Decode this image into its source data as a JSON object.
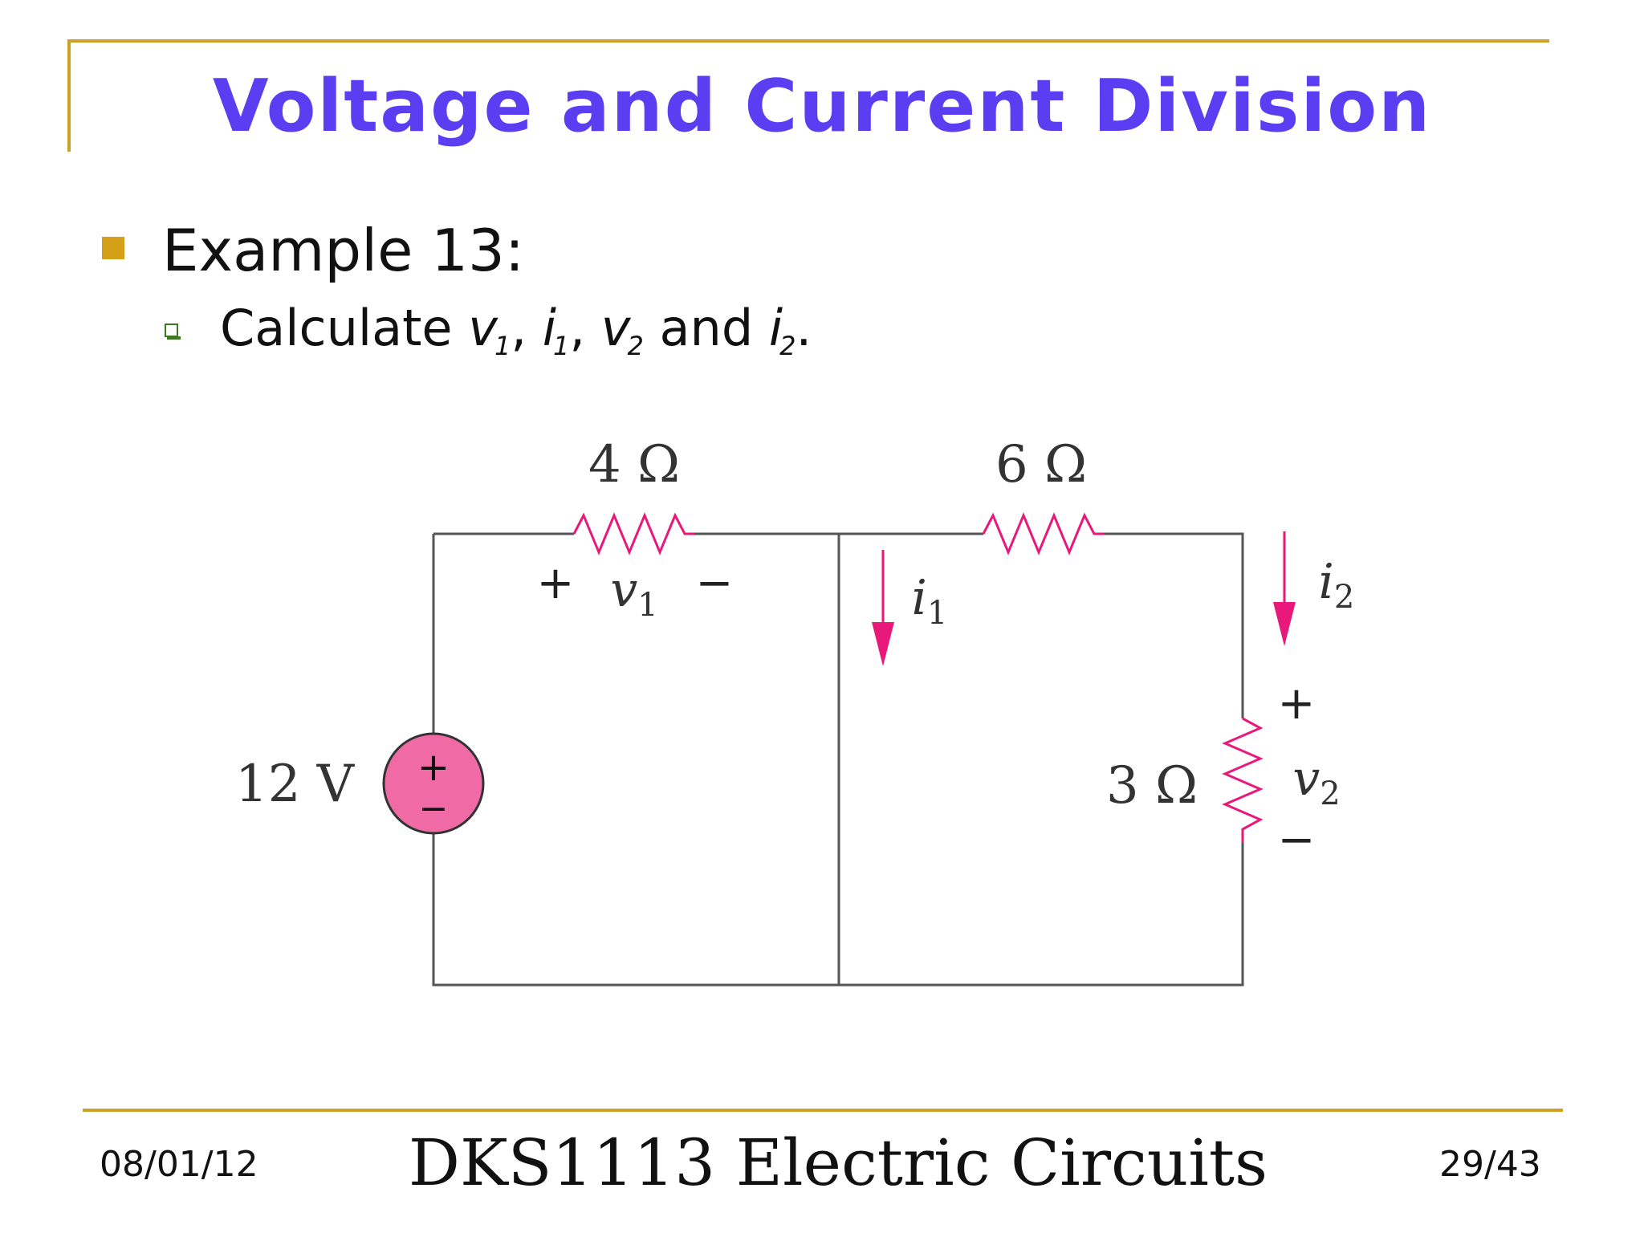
{
  "slide": {
    "title": "Voltage and Current Division",
    "bullet": "Example 13:",
    "sub_bullet": {
      "prefix": "Calculate ",
      "v1": "v",
      "v1_sub": "1",
      "sep1": ", ",
      "i1": "i",
      "i1_sub": "1",
      "sep2": ", ",
      "v2": "v",
      "v2_sub": "2",
      "and": " and ",
      "i2": "i",
      "i2_sub": "2",
      "end": "."
    }
  },
  "circuit": {
    "r1_label": "4 Ω",
    "r2_label": "6 Ω",
    "r3_label": "3 Ω",
    "source_label": "12 V",
    "v1_var": "v",
    "v1_sub": "1",
    "v2_var": "v",
    "v2_sub": "2",
    "i1_var": "i",
    "i1_sub": "1",
    "i2_var": "i",
    "i2_sub": "2",
    "plus": "+",
    "minus": "−",
    "colors": {
      "wire": "#555555",
      "accent": "#e8197a",
      "source_fill": "#f06aa6"
    }
  },
  "footer": {
    "date": "08/01/12",
    "course": "DKS1113 Electric Circuits",
    "page": "29/43"
  }
}
